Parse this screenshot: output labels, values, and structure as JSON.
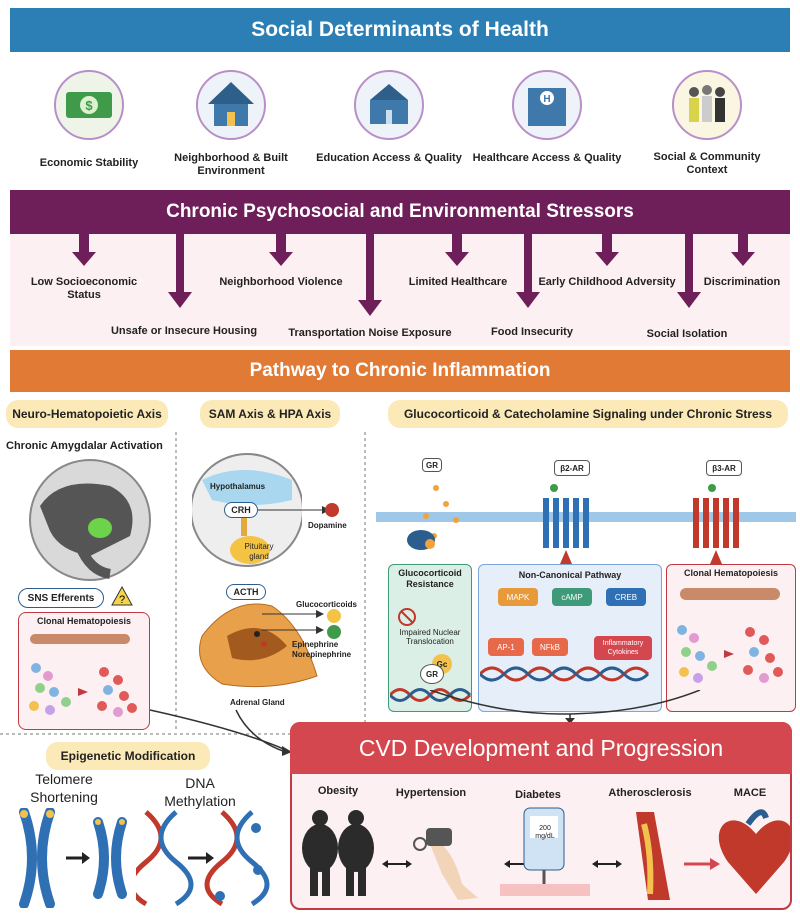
{
  "titles": {
    "social_determinants": "Social Determinants of Health",
    "stressors": "Chronic Psychosocial and Environmental Stressors",
    "pathway": "Pathway to Chronic Inflammation"
  },
  "determinants": [
    {
      "label": "Economic Stability",
      "icon": "money-icon"
    },
    {
      "label": "Neighborhood & Built Environment",
      "icon": "house-icon"
    },
    {
      "label": "Education Access & Quality",
      "icon": "school-icon"
    },
    {
      "label": "Healthcare Access & Quality",
      "icon": "hospital-icon"
    },
    {
      "label": "Social & Community Context",
      "icon": "community-icon"
    }
  ],
  "stressors": [
    "Low Socioeconomic Status",
    "Unsafe or Insecure Housing",
    "Neighborhood Violence",
    "Transportation Noise Exposure",
    "Limited Healthcare",
    "Food Insecurity",
    "Early Childhood Adversity",
    "Social Isolation",
    "Discrimination"
  ],
  "sections": {
    "neuro": "Neuro-Hematopoietic Axis",
    "sam": "SAM Axis & HPA Axis",
    "gluco": "Glucocorticoid & Catecholamine Signaling under Chronic Stress",
    "epigenetic": "Epigenetic Modification"
  },
  "neuro": {
    "amygdala": "Chronic Amygdalar Activation",
    "sns": "SNS Efferents",
    "clonal": "Clonal Hematopoiesis"
  },
  "sam": {
    "hypothalamus": "Hypothalamus",
    "crh": "CRH",
    "dopamine": "Dopamine",
    "pituitary": "Pituitary gland",
    "acth": "ACTH",
    "glucocorticoids": "Glucocorticoids",
    "epinephrine": "Epinephrine",
    "norepinephrine": "Norepinephrine",
    "adrenal": "Adrenal Gland"
  },
  "gluco": {
    "gr": "GR",
    "b2": "β2-AR",
    "b3": "β3-AR",
    "resistance": "Glucocorticoid Resistance",
    "impaired": "Impaired Nuclear Translocation",
    "gc": "Gc",
    "gr_inner": "GR",
    "noncanonical": "Non-Canonical Pathway",
    "mapk": "MAPK",
    "camp": "cAMP",
    "creb": "CREB",
    "ap1": "AP-1",
    "nfkb": "NFkB",
    "cytokines": "Inflammatory Cytokines",
    "clonal": "Clonal Hematopoiesis"
  },
  "epigenetic": {
    "telomere": "Telomere Shortening",
    "dna": "DNA Methylation"
  },
  "cvd": {
    "title": "CVD Development and Progression",
    "items": [
      "Obesity",
      "Hypertension",
      "Diabetes",
      "Atherosclerosis",
      "MACE"
    ],
    "glucometer": "200 mg/dL"
  },
  "colors": {
    "blue": "#2b7fb4",
    "purple": "#6e1f5a",
    "orange": "#e07a35",
    "red": "#d5474f"
  }
}
